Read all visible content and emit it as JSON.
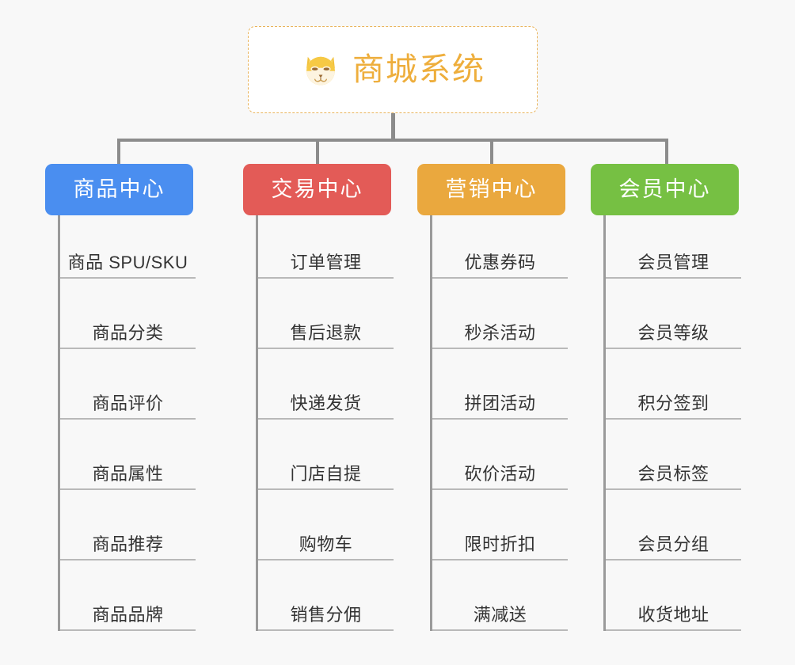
{
  "background_color": "#f8f8f8",
  "root": {
    "title": "商城系统",
    "icon": "shiba-dog-icon",
    "text_color": "#eeae3c",
    "border_color": "#e9b45c",
    "background_color": "#ffffff"
  },
  "connector_color": "#8c8c8c",
  "columns": [
    {
      "id": "product-center",
      "title": "商品中心",
      "color": "#4a8ef0",
      "items": [
        "商品 SPU/SKU",
        "商品分类",
        "商品评价",
        "商品属性",
        "商品推荐",
        "商品品牌"
      ]
    },
    {
      "id": "trade-center",
      "title": "交易中心",
      "color": "#e35b57",
      "items": [
        "订单管理",
        "售后退款",
        "快递发货",
        "门店自提",
        "购物车",
        "销售分佣"
      ]
    },
    {
      "id": "marketing-center",
      "title": "营销中心",
      "color": "#eaa83e",
      "items": [
        "优惠券码",
        "秒杀活动",
        "拼团活动",
        "砍价活动",
        "限时折扣",
        "满减送"
      ]
    },
    {
      "id": "member-center",
      "title": "会员中心",
      "color": "#76c043",
      "items": [
        "会员管理",
        "会员等级",
        "积分签到",
        "会员标签",
        "会员分组",
        "收货地址"
      ]
    }
  ]
}
